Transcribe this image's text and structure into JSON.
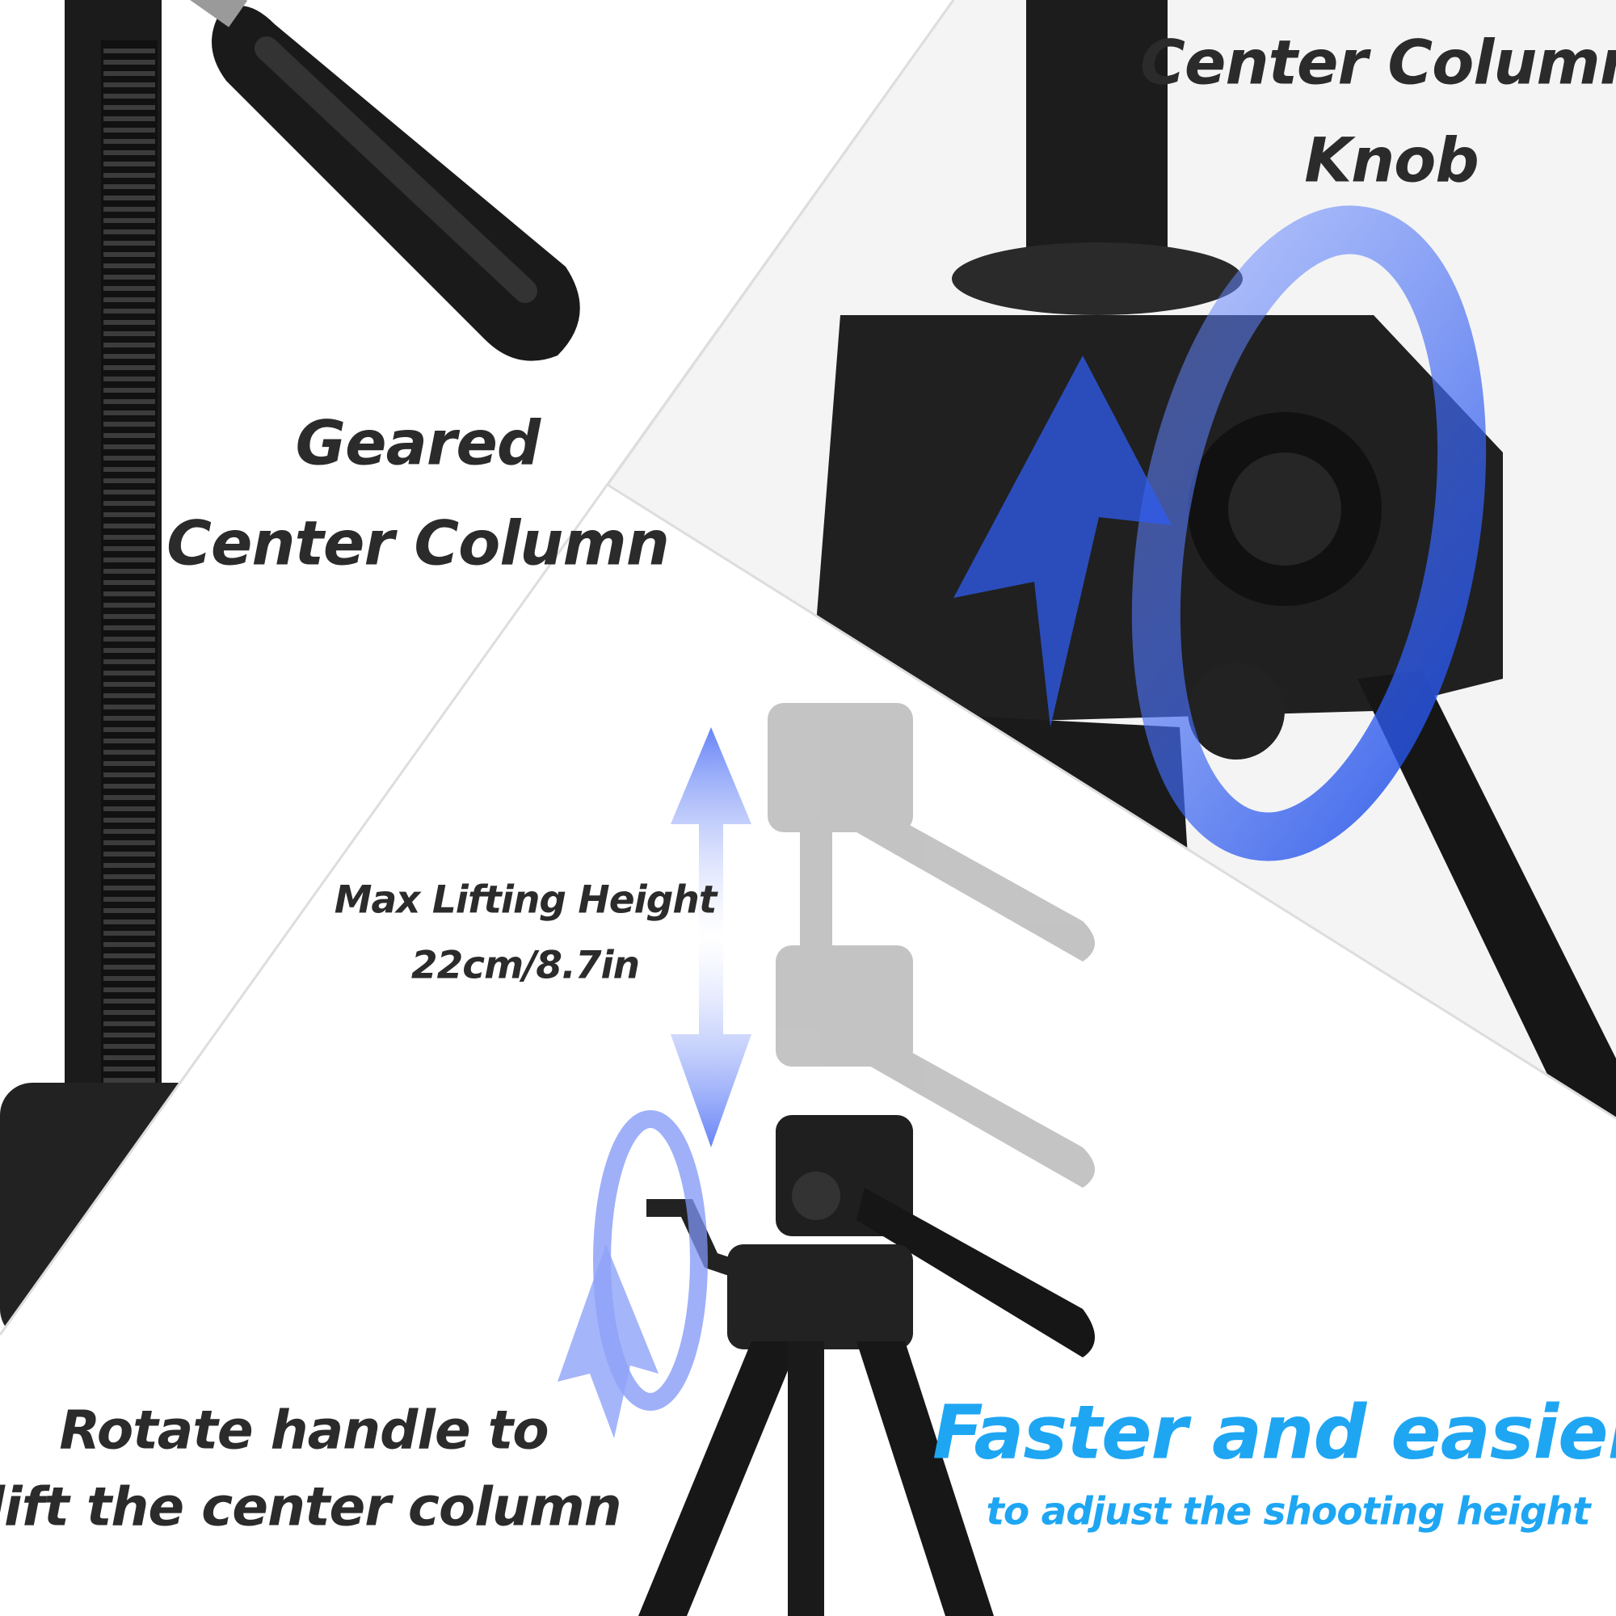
{
  "labels": {
    "knob_line1": "Center Column",
    "knob_line2": "Knob",
    "geared_line1": "Geared",
    "geared_line2": "Center Column",
    "lift_line1": "Max Lifting Height",
    "lift_line2": "22cm/8.7in",
    "rotate_line1": "Rotate handle to",
    "rotate_line2": "lift the center column",
    "headline": "Faster and easier",
    "subheadline": "to adjust the shooting height"
  },
  "colors": {
    "accent": "#1ea6f3",
    "arrow_blue": "#2f5cf0",
    "text": "#2b2b2b",
    "product": "#1c1c1c"
  }
}
